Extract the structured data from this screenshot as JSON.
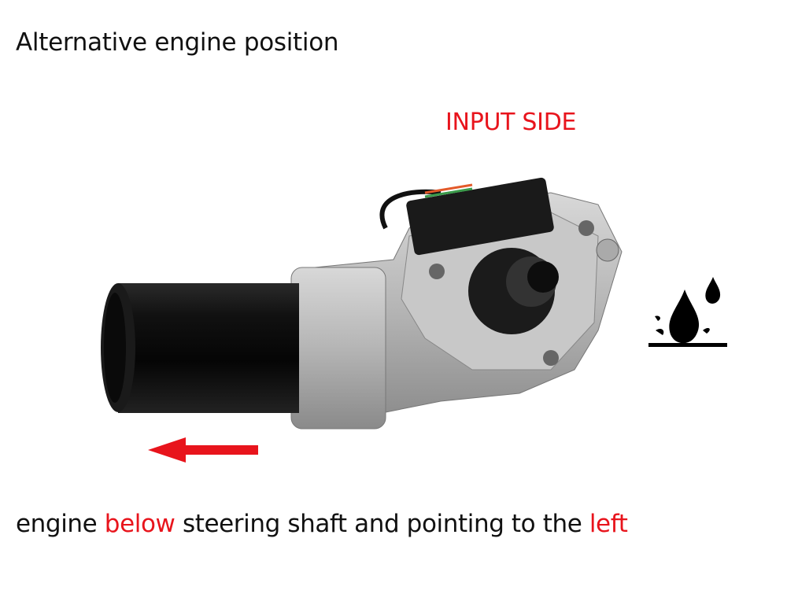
{
  "title": "Alternative engine position",
  "input_label": "INPUT SIDE",
  "caption": {
    "part1": "engine ",
    "highlight1": "below",
    "part2": " steering shaft and pointing to the ",
    "highlight2": "left"
  },
  "colors": {
    "accent": "#e8141c",
    "text": "#111111"
  },
  "icons": [
    "waterproof-icon",
    "arrow-left-icon"
  ]
}
